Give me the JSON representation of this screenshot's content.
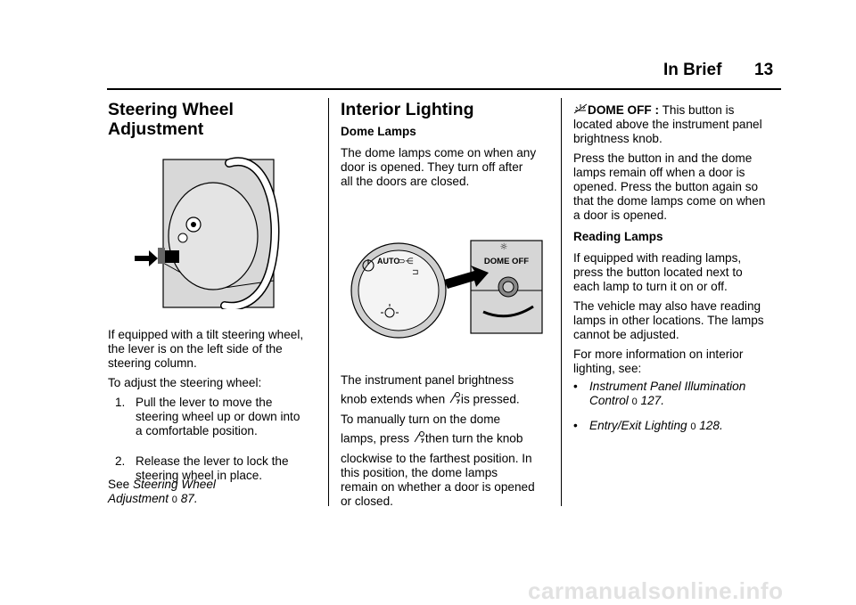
{
  "header": {
    "title": "In Brief",
    "page_number": "13"
  },
  "col1": {
    "heading_line1": "Steering Wheel",
    "heading_line2": "Adjustment",
    "para1_l1": "If equipped with a tilt steering wheel,",
    "para1_l2": "the lever is on the left side of the",
    "para1_l3": "steering column.",
    "para2": "To adjust the steering wheel:",
    "steps": [
      {
        "num": "1.",
        "l1": "Pull the lever to move the",
        "l2": "steering wheel up or down into",
        "l3": "a comfortable position."
      },
      {
        "num": "2.",
        "l1": "Release the lever to lock the",
        "l2": "steering wheel in place."
      }
    ],
    "see_prefix": "See ",
    "see_link_l1": "Steering Wheel",
    "see_link_l2": "Adjustment",
    "see_arrow": "0",
    "see_page": "87",
    "see_period": "."
  },
  "col2": {
    "heading": "Interior Lighting",
    "subheading": "Dome Lamps",
    "para1_l1": "The dome lamps come on when any",
    "para1_l2": "door is opened. They turn off after",
    "para1_l3": "all the doors are closed.",
    "figure_labels": {
      "auto": "AUTO",
      "dome_off": "DOME OFF"
    },
    "para2_l1": "The instrument panel brightness",
    "para2_l2a": "knob extends when ",
    "para2_l2b": "is pressed.",
    "para2_l3": "To manually turn on the dome",
    "para2_l4a": "lamps, press ",
    "para2_l4b": "then turn the knob",
    "para2_l5": "clockwise to the farthest position. In",
    "para2_l6": "this position, the dome lamps",
    "para2_l7": "remain on whether a door is opened",
    "para2_l8": "or closed."
  },
  "col3": {
    "dome_off_label": "DOME OFF :",
    "dome_off_l1": "This button is",
    "dome_off_l2": "located above the instrument panel",
    "dome_off_l3": "brightness knob.",
    "para2_l1": "Press the button in and the dome",
    "para2_l2": "lamps remain off when a door is",
    "para2_l3": "opened. Press the button again so",
    "para2_l4": "that the dome lamps come on when",
    "para2_l5": "a door is opened.",
    "subheading": "Reading Lamps",
    "para3_l1": "If equipped with reading lamps,",
    "para3_l2": "press the button located next to",
    "para3_l3": "each lamp to turn it on or off.",
    "para4_l1": "The vehicle may also have reading",
    "para4_l2": "lamps in other locations. The lamps",
    "para4_l3": "cannot be adjusted.",
    "para5_l1": "For more information on interior",
    "para5_l2": "lighting, see:",
    "bullets": [
      {
        "dot": "•",
        "l1": "Instrument Panel Illumination",
        "l2": "Control",
        "arrow": "0",
        "page": "127",
        "period": "."
      },
      {
        "dot": "•",
        "l1": "Entry/Exit Lighting",
        "arrow": "0",
        "page": "128",
        "period": "."
      }
    ]
  },
  "footer": {
    "watermark": "carmanualsonline.info"
  }
}
